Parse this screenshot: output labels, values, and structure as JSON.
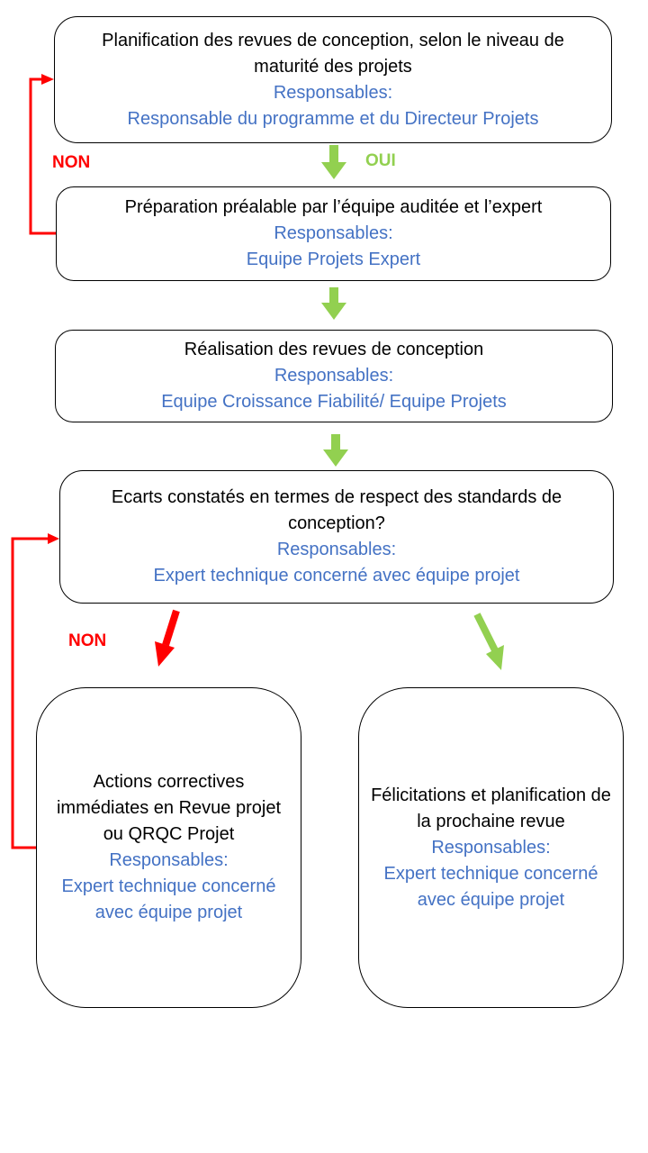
{
  "colors": {
    "responsible_text": "#4472c4",
    "yes_arrow": "#92d050",
    "no_arrow": "#ff0000"
  },
  "labels": {
    "non_top": "NON",
    "oui": "OUI",
    "non_bottom": "NON"
  },
  "boxes": {
    "planning": {
      "title": "Planification des revues de conception, selon le niveau de maturité des projets",
      "resp_label": "Responsables:",
      "resp": "Responsable du programme et du Directeur Projets"
    },
    "preparation": {
      "title": "Préparation préalable par l’équipe auditée et l’expert",
      "resp_label": "Responsables:",
      "resp": "Equipe Projets Expert"
    },
    "realisation": {
      "title": "Réalisation des revues de conception",
      "resp_label": "Responsables:",
      "resp": "Equipe Croissance Fiabilité/ Equipe Projets"
    },
    "ecarts": {
      "title": "Ecarts constatés en termes de respect des standards de conception?",
      "resp_label": "Responsables:",
      "resp": "Expert technique concerné avec équipe projet"
    },
    "actions": {
      "title": "Actions correctives immédiates en Revue projet ou QRQC Projet",
      "resp_label": "Responsables:",
      "resp": "Expert technique concerné avec équipe projet"
    },
    "felicitations": {
      "title": "Félicitations et planification de la prochaine revue",
      "resp_label": "Responsables:",
      "resp": "Expert technique concerné avec équipe projet"
    }
  }
}
